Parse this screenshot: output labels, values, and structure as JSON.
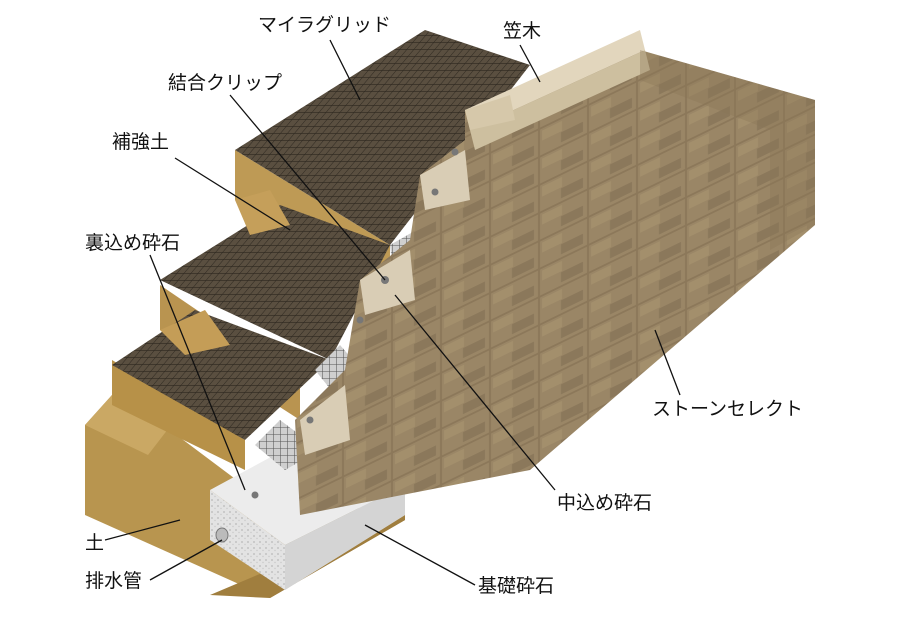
{
  "labels": {
    "myra_grid": "マイラグリッド",
    "kasagi": "笠木",
    "clip": "結合クリップ",
    "reinforced_soil": "補強土",
    "backfill_stone": "裏込め砕石",
    "stone_select": "ストーンセレクト",
    "core_stone": "中込め砕石",
    "soil": "土",
    "drain_pipe": "排水管",
    "base_stone": "基礎砕石"
  },
  "colors": {
    "soil_light": "#c7a25c",
    "soil_dark": "#9a7838",
    "grid": "#4e4436",
    "block": "#9c8868",
    "block_face": "#8a7658",
    "block_light": "#d9cdb5",
    "gravel": "#e6e6e6",
    "leader": "#111111"
  }
}
